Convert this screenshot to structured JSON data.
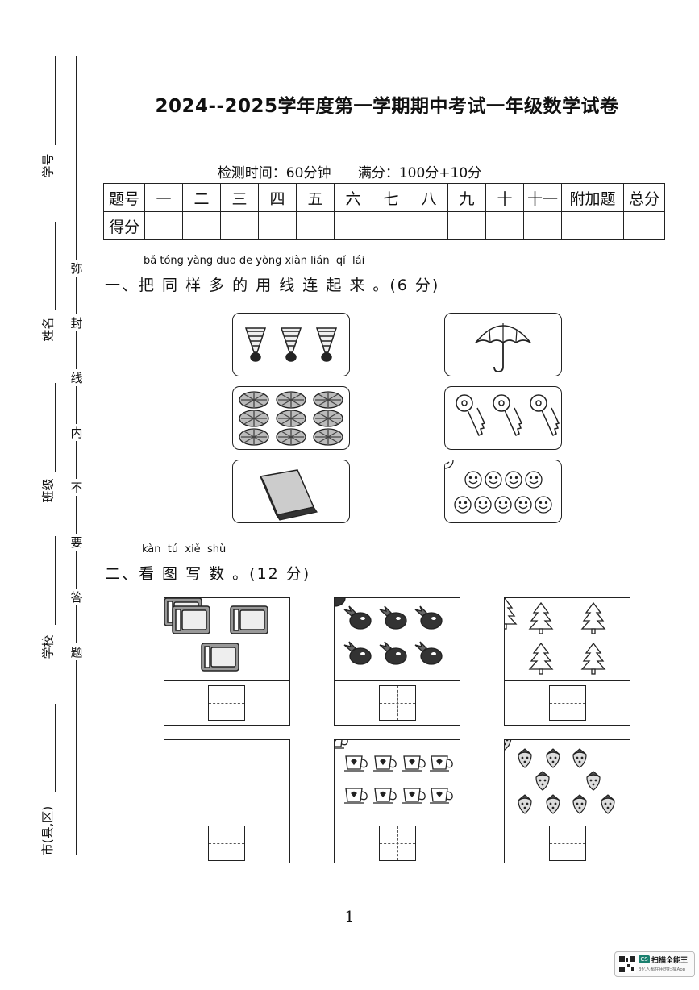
{
  "binding": {
    "fields": [
      "学号",
      "姓名",
      "班级",
      "学校",
      "市(县,区)"
    ],
    "seal_chars": [
      "弥",
      "封",
      "线",
      "内",
      "不",
      "要",
      "答",
      "题"
    ]
  },
  "header": {
    "title": "2024--2025学年度第一学期期中考试一年级数学试卷",
    "time": "检测时间：60分钟",
    "full_score": "满分：100分+10分"
  },
  "score_table": {
    "row1": [
      "题号",
      "一",
      "二",
      "三",
      "四",
      "五",
      "六",
      "七",
      "八",
      "九",
      "十",
      "十一",
      "附加题",
      "总分"
    ],
    "row2_label": "得分"
  },
  "q1": {
    "pinyin": "bǎ tóng yàng duō de yòng xiàn lián  qǐ  lái",
    "title": "一、把 同 样 多 的 用 线 连 起 来 。(6 分)",
    "left_items": [
      "badminton-shuttlecocks",
      "lotus-leaves",
      "book"
    ],
    "right_items": [
      "umbrella",
      "keys",
      "smiley-faces"
    ]
  },
  "q2": {
    "pinyin": "kàn  tú  xiě  shù",
    "title": "二、看 图 写 数 。(12 分)",
    "items": [
      "tv-sets",
      "eggplants",
      "trees",
      "empty",
      "cups",
      "strawberries"
    ]
  },
  "page_number": "1",
  "scanner": {
    "brand": "扫描全能王",
    "sub": "3亿人都在用的扫描App"
  }
}
